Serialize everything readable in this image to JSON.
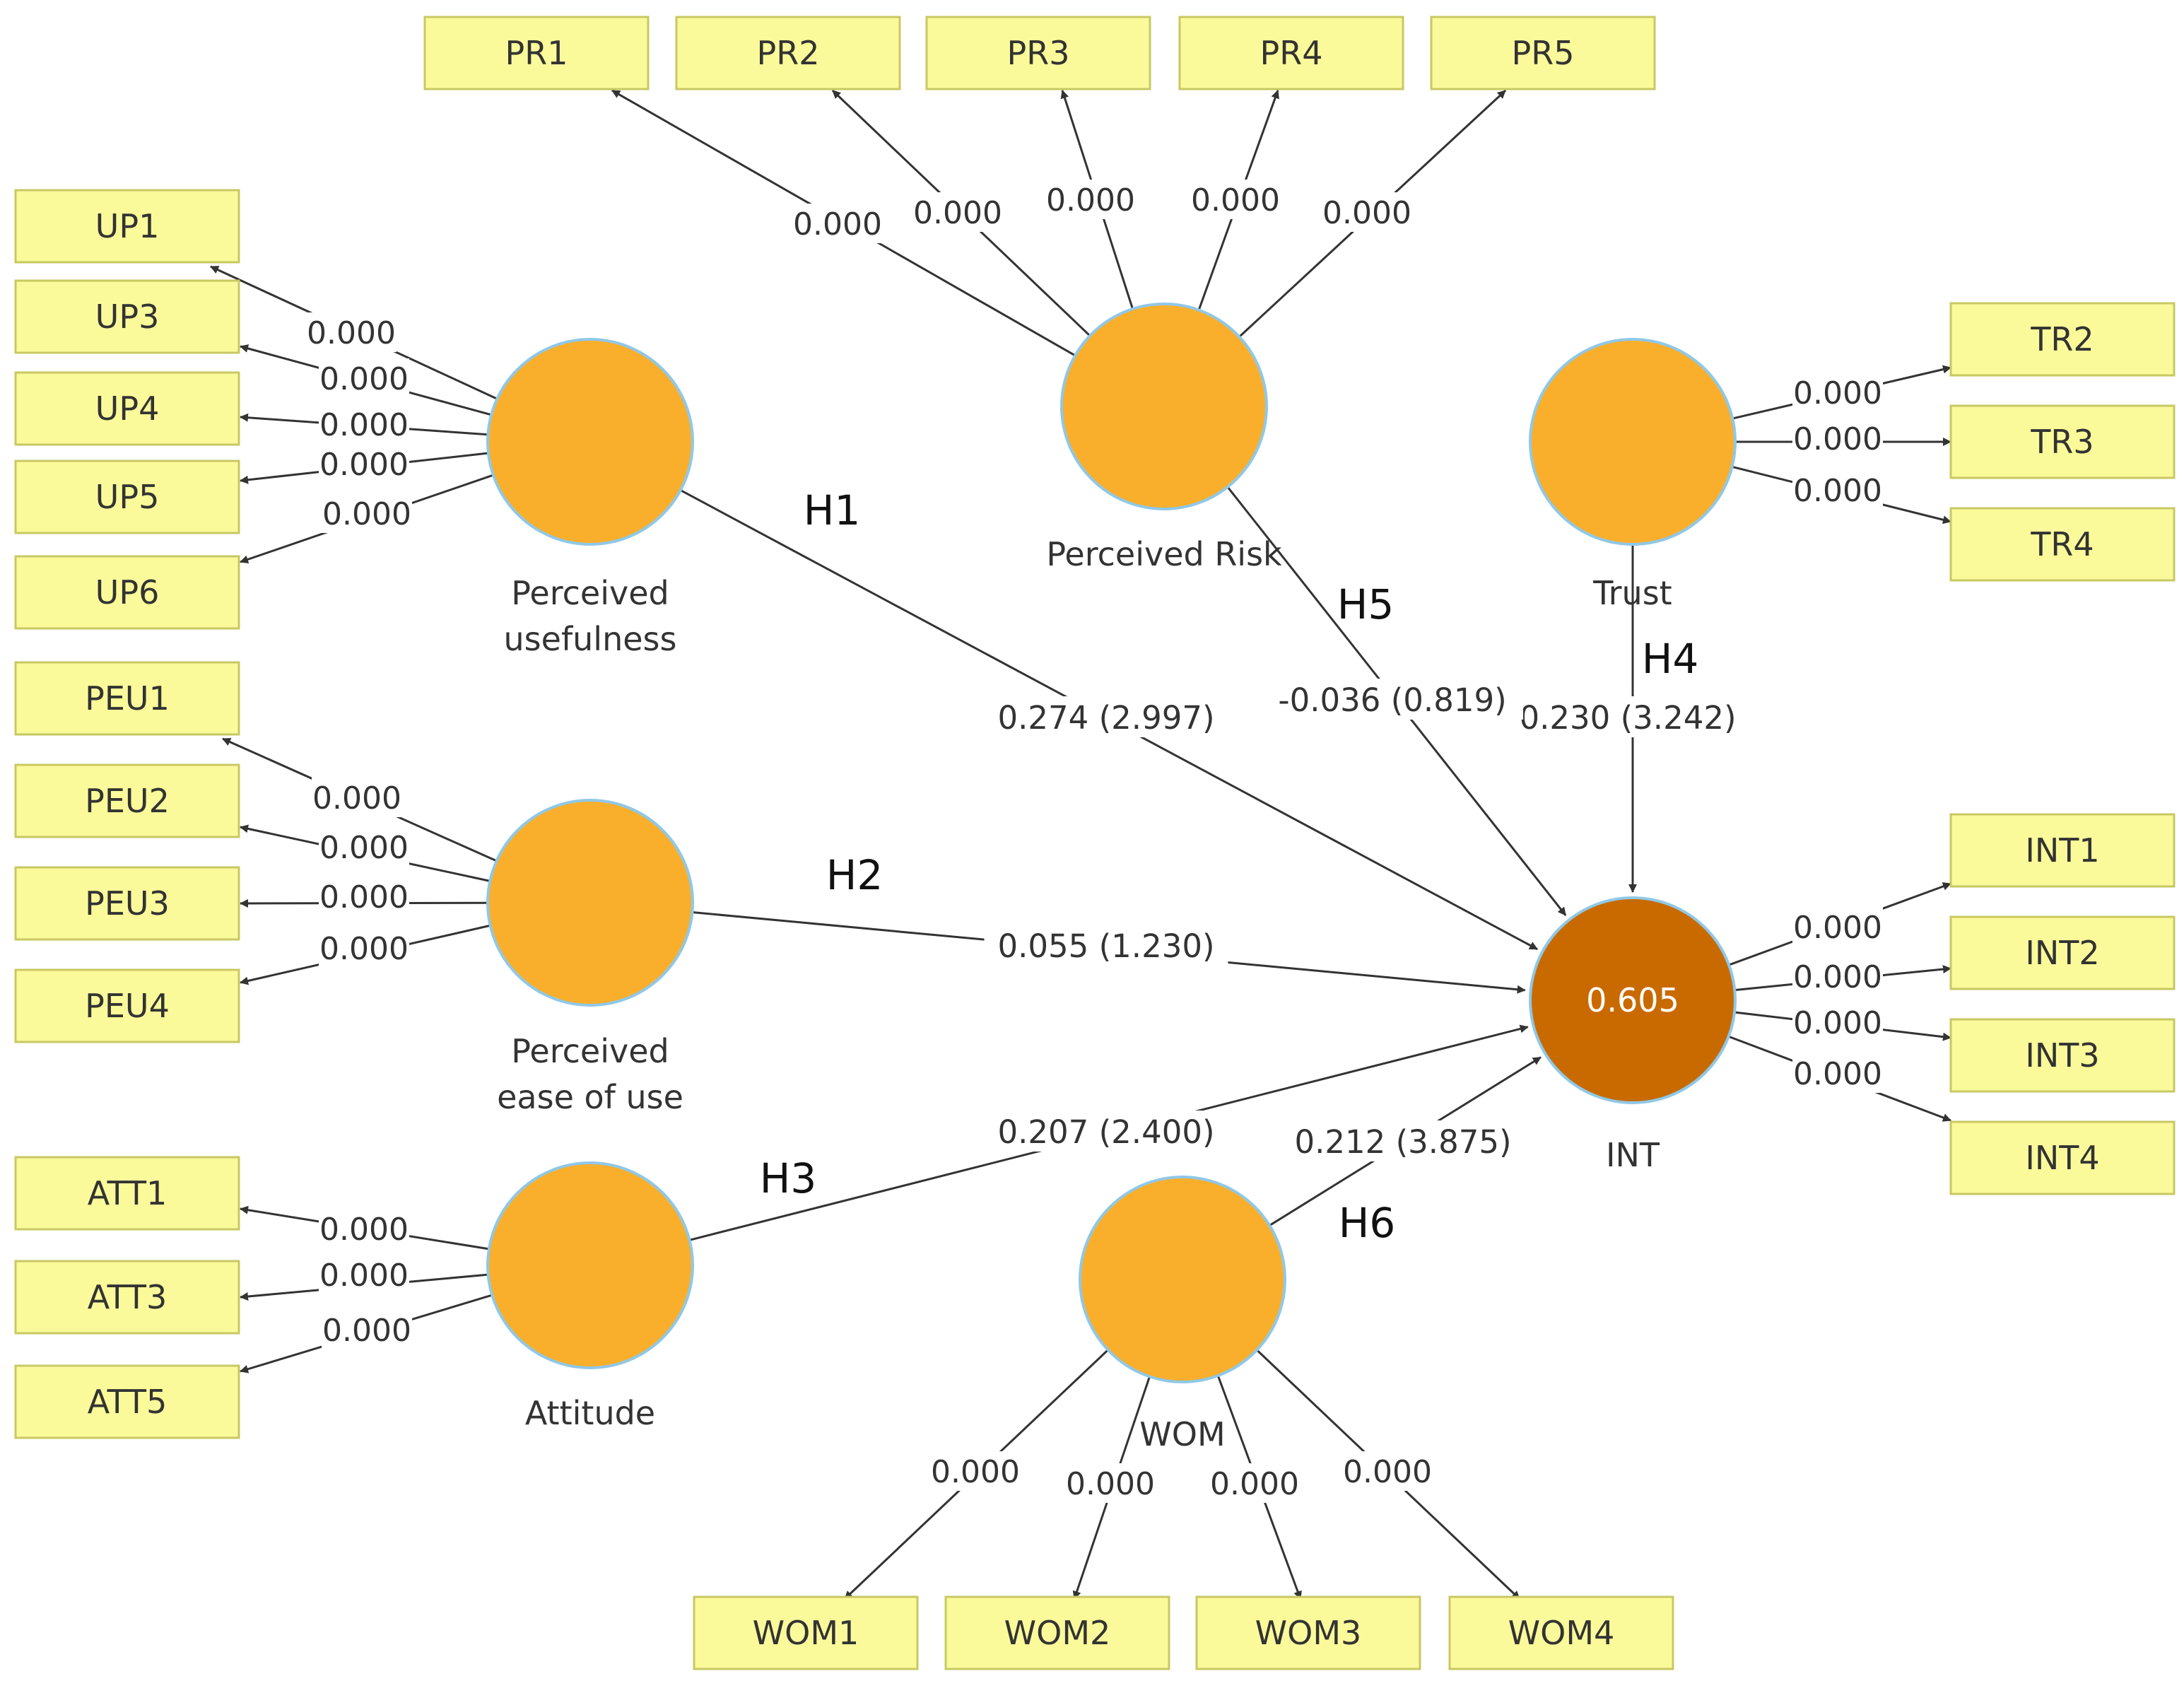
{
  "colors": {
    "latent_fill": "#f9af2b",
    "latent_stroke": "#8fc8e8",
    "endogenous_fill": "#c96a00",
    "indicator_fill": "#fafa9a",
    "indicator_stroke": "#c8c864",
    "line": "#333333"
  },
  "constructs": [
    {
      "id": "PU",
      "label": [
        "Perceived",
        "usefulness"
      ]
    },
    {
      "id": "PEU",
      "label": [
        "Perceived",
        "ease of use"
      ]
    },
    {
      "id": "ATT",
      "label": [
        "Attitude"
      ]
    },
    {
      "id": "PR",
      "label": [
        "Perceived Risk"
      ]
    },
    {
      "id": "TR",
      "label": [
        "Trust"
      ]
    },
    {
      "id": "WOM",
      "label": [
        "WOM"
      ]
    },
    {
      "id": "INT",
      "label": [
        "INT"
      ],
      "r2": "0.605"
    }
  ],
  "indicators": [
    {
      "id": "PR1",
      "label": "PR1",
      "construct": "PR",
      "loading": "0.000"
    },
    {
      "id": "PR2",
      "label": "PR2",
      "construct": "PR",
      "loading": "0.000"
    },
    {
      "id": "PR3",
      "label": "PR3",
      "construct": "PR",
      "loading": "0.000"
    },
    {
      "id": "PR4",
      "label": "PR4",
      "construct": "PR",
      "loading": "0.000"
    },
    {
      "id": "PR5",
      "label": "PR5",
      "construct": "PR",
      "loading": "0.000"
    },
    {
      "id": "UP1",
      "label": "UP1",
      "construct": "PU",
      "loading": "0.000"
    },
    {
      "id": "UP3",
      "label": "UP3",
      "construct": "PU",
      "loading": "0.000"
    },
    {
      "id": "UP4",
      "label": "UP4",
      "construct": "PU",
      "loading": "0.000"
    },
    {
      "id": "UP5",
      "label": "UP5",
      "construct": "PU",
      "loading": "0.000"
    },
    {
      "id": "UP6",
      "label": "UP6",
      "construct": "PU",
      "loading": "0.000"
    },
    {
      "id": "PEU1",
      "label": "PEU1",
      "construct": "PEU",
      "loading": "0.000"
    },
    {
      "id": "PEU2",
      "label": "PEU2",
      "construct": "PEU",
      "loading": "0.000"
    },
    {
      "id": "PEU3",
      "label": "PEU3",
      "construct": "PEU",
      "loading": "0.000"
    },
    {
      "id": "PEU4",
      "label": "PEU4",
      "construct": "PEU",
      "loading": "0.000"
    },
    {
      "id": "ATT1",
      "label": "ATT1",
      "construct": "ATT",
      "loading": "0.000"
    },
    {
      "id": "ATT3",
      "label": "ATT3",
      "construct": "ATT",
      "loading": "0.000"
    },
    {
      "id": "ATT5",
      "label": "ATT5",
      "construct": "ATT",
      "loading": "0.000"
    },
    {
      "id": "TR2",
      "label": "TR2",
      "construct": "TR",
      "loading": "0.000"
    },
    {
      "id": "TR3",
      "label": "TR3",
      "construct": "TR",
      "loading": "0.000"
    },
    {
      "id": "TR4",
      "label": "TR4",
      "construct": "TR",
      "loading": "0.000"
    },
    {
      "id": "INT1",
      "label": "INT1",
      "construct": "INT",
      "loading": "0.000"
    },
    {
      "id": "INT2",
      "label": "INT2",
      "construct": "INT",
      "loading": "0.000"
    },
    {
      "id": "INT3",
      "label": "INT3",
      "construct": "INT",
      "loading": "0.000"
    },
    {
      "id": "INT4",
      "label": "INT4",
      "construct": "INT",
      "loading": "0.000"
    },
    {
      "id": "WOM1",
      "label": "WOM1",
      "construct": "WOM",
      "loading": "0.000"
    },
    {
      "id": "WOM2",
      "label": "WOM2",
      "construct": "WOM",
      "loading": "0.000"
    },
    {
      "id": "WOM3",
      "label": "WOM3",
      "construct": "WOM",
      "loading": "0.000"
    },
    {
      "id": "WOM4",
      "label": "WOM4",
      "construct": "WOM",
      "loading": "0.000"
    }
  ],
  "paths": [
    {
      "hypothesis": "H1",
      "from": "PU",
      "to": "INT",
      "coefficient": "0.274",
      "t_value": "2.997",
      "label": "0.274 (2.997)"
    },
    {
      "hypothesis": "H2",
      "from": "PEU",
      "to": "INT",
      "coefficient": "0.055",
      "t_value": "1.230",
      "label": "0.055 (1.230)"
    },
    {
      "hypothesis": "H3",
      "from": "ATT",
      "to": "INT",
      "coefficient": "0.207",
      "t_value": "2.400",
      "label": "0.207 (2.400)"
    },
    {
      "hypothesis": "H4",
      "from": "TR",
      "to": "INT",
      "coefficient": "0.230",
      "t_value": "3.242",
      "label": "0.230 (3.242)"
    },
    {
      "hypothesis": "H5",
      "from": "PR",
      "to": "INT",
      "coefficient": "-0.036",
      "t_value": "0.819",
      "label": "-0.036 (0.819)"
    },
    {
      "hypothesis": "H6",
      "from": "WOM",
      "to": "INT",
      "coefficient": "0.212",
      "t_value": "3.875",
      "label": "0.212 (3.875)"
    }
  ]
}
